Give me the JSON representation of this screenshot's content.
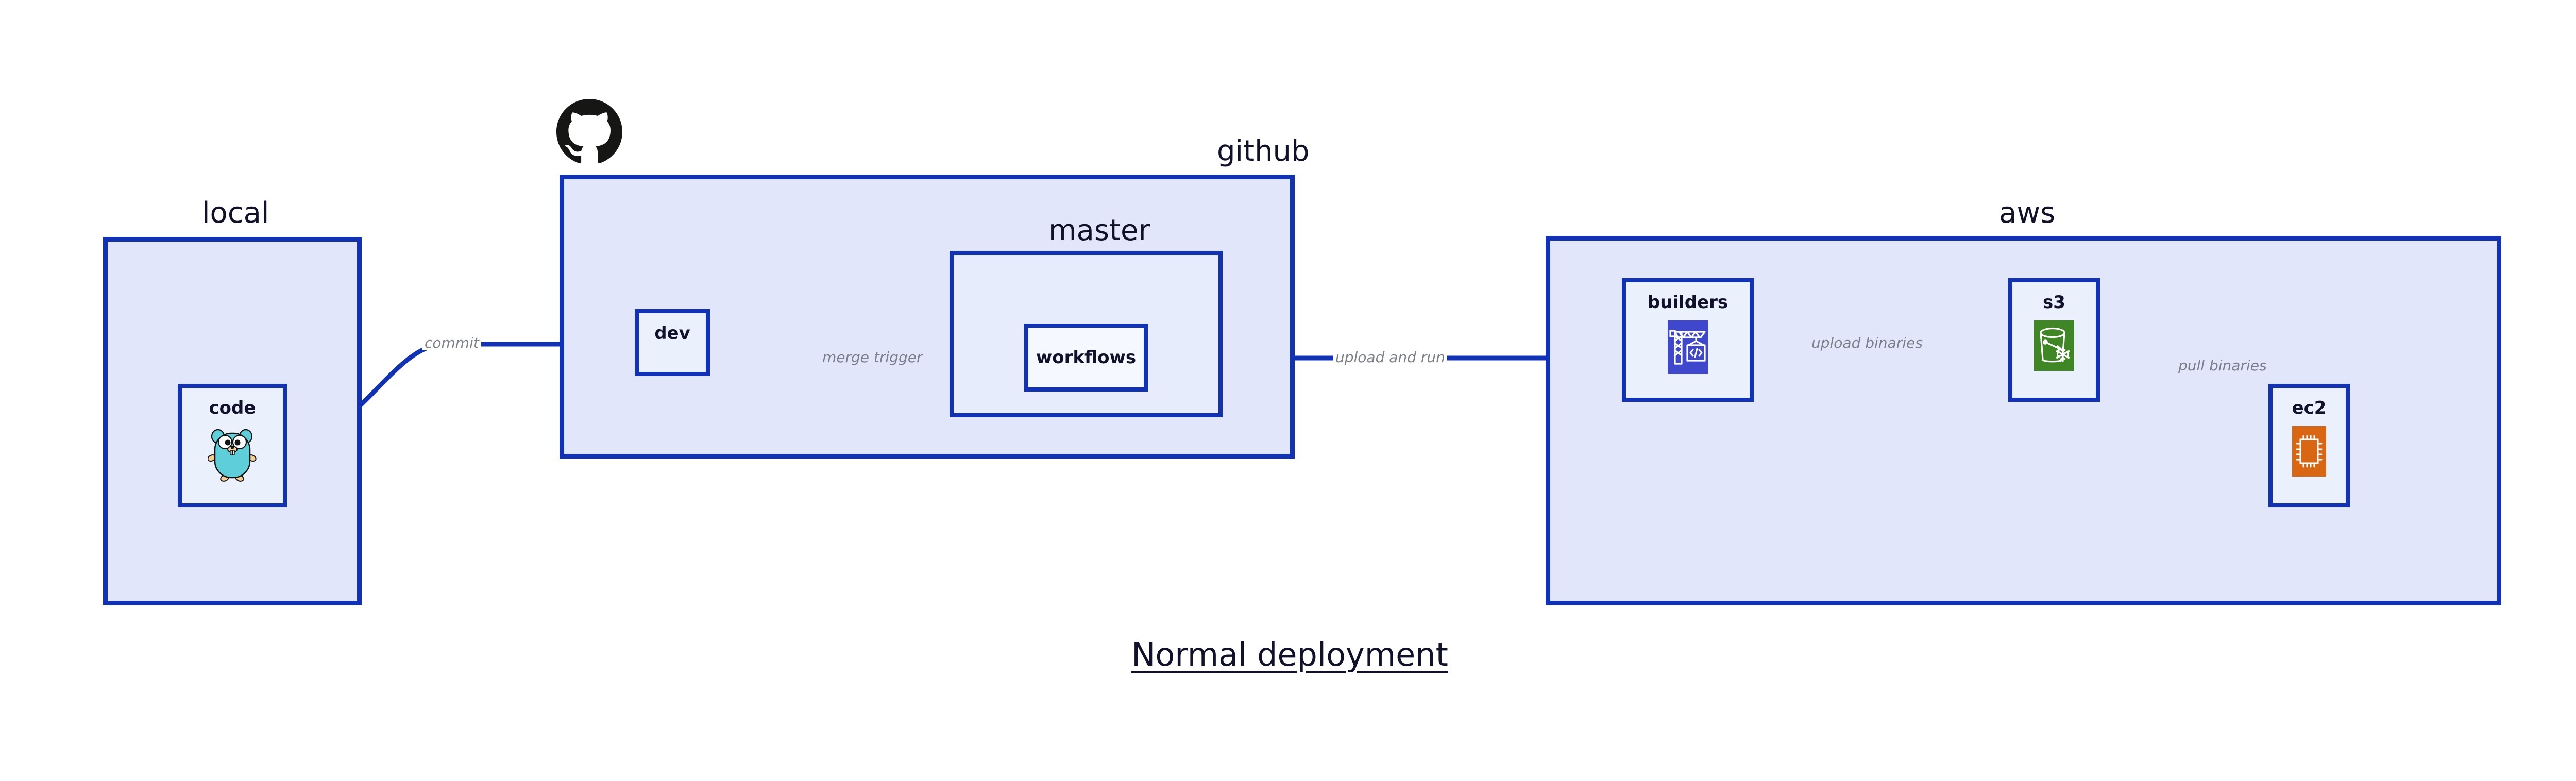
{
  "diagram": {
    "title": "Normal deployment",
    "colors": {
      "group_fill": "#e1e6fa",
      "group_inner_fill": "#e6ecfb",
      "node_fill": "#ebf0fd",
      "stroke_blue": "#1132b4",
      "edge_label_gray": "#7c7f8a",
      "text_dark": "#12112b",
      "aws_codebuild_blue": "#3f48cc",
      "aws_s3_green": "#3f8624",
      "aws_ec2_orange": "#d86613",
      "go_gopher_cyan": "#5ecfd8",
      "github_black": "#161614"
    },
    "groups": [
      {
        "id": "local",
        "label": "local"
      },
      {
        "id": "github",
        "label": "github"
      },
      {
        "id": "master",
        "label": "master"
      },
      {
        "id": "aws",
        "label": "aws"
      }
    ],
    "nodes": [
      {
        "id": "code",
        "label": "code",
        "icon": "go-gopher-icon",
        "group": "local"
      },
      {
        "id": "dev",
        "label": "dev",
        "icon": null,
        "group": "github"
      },
      {
        "id": "workflows",
        "label": "workflows",
        "icon": null,
        "group": "master"
      },
      {
        "id": "builders",
        "label": "builders",
        "icon": "aws-codebuild-icon",
        "group": "aws"
      },
      {
        "id": "s3",
        "label": "s3",
        "icon": "aws-s3-glacier-icon",
        "group": "aws"
      },
      {
        "id": "ec2",
        "label": "ec2",
        "icon": "aws-ec2-chip-icon",
        "group": "aws"
      }
    ],
    "edges": [
      {
        "id": "commit",
        "from": "code",
        "to": "dev",
        "label": "commit"
      },
      {
        "id": "merge-trigger",
        "from": "dev",
        "to": "workflows",
        "label": "merge trigger"
      },
      {
        "id": "upload-and-run",
        "from": "workflows",
        "to": "builders",
        "label": "upload and run"
      },
      {
        "id": "upload-binaries",
        "from": "builders",
        "to": "s3",
        "label": "upload binaries"
      },
      {
        "id": "pull-binaries",
        "from": "s3",
        "to": "ec2",
        "label": "pull binaries"
      }
    ],
    "logos": [
      {
        "id": "github-logo",
        "name": "github-octocat-logo"
      }
    ]
  }
}
